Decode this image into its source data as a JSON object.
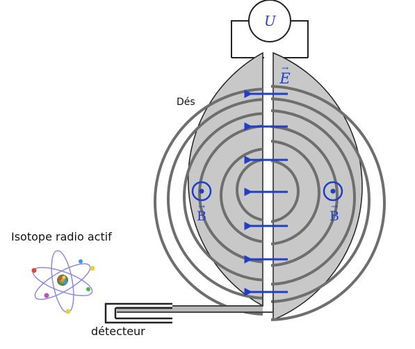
{
  "labels": {
    "voltage_symbol": "U",
    "dees": "Dés",
    "electric_field": "E",
    "magnetic_field_left": "B",
    "magnetic_field_right": "B",
    "source": "Isotope radio actif",
    "detector": "détecteur"
  },
  "vector_arrow": "→",
  "colors": {
    "dee_fill": "#c8c8c8",
    "field_blue": "#1f3fc8",
    "trajectory": "#6e6e6e",
    "outline": "#222222"
  },
  "icons": {
    "source": "atom-icon",
    "magnetic_field": "field-out-of-page-icon"
  }
}
